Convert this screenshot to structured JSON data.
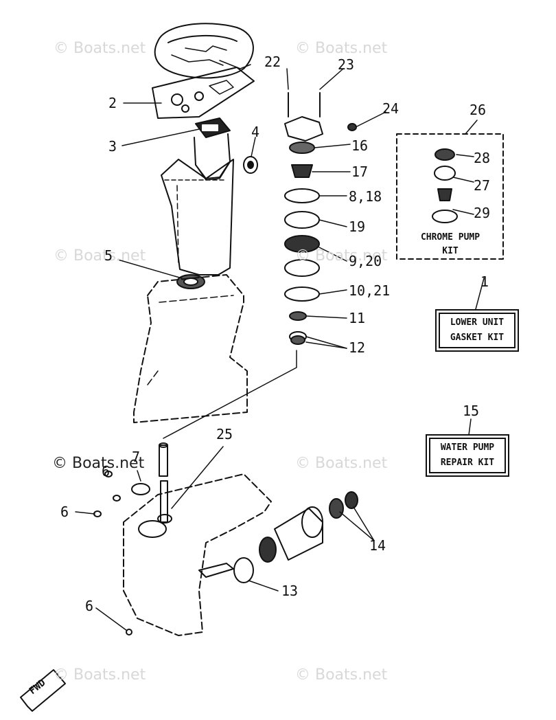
{
  "watermark": "© Boats.net",
  "part_numbers": {
    "p1": "1",
    "p2": "2",
    "p3": "3",
    "p4": "4",
    "p5": "5",
    "p6a": "6",
    "p6b": "6",
    "p6c": "6",
    "p7": "7",
    "p8_18": "8,18",
    "p9_20": "9,20",
    "p10_21": "10,21",
    "p11": "11",
    "p12": "12",
    "p13": "13",
    "p14": "14",
    "p15": "15",
    "p16": "16",
    "p17": "17",
    "p19": "19",
    "p22": "22",
    "p23": "23",
    "p24": "24",
    "p25": "25",
    "p26": "26",
    "p27": "27",
    "p28": "28",
    "p29": "29"
  },
  "kits": {
    "chrome_pump_line1": "CHROME PUMP",
    "chrome_pump_line2": "KIT",
    "lower_unit_line1": "LOWER UNIT",
    "lower_unit_line2": "GASKET KIT",
    "water_pump_line1": "WATER PUMP",
    "water_pump_line2": "REPAIR KIT"
  },
  "fwd_label": "FWD"
}
